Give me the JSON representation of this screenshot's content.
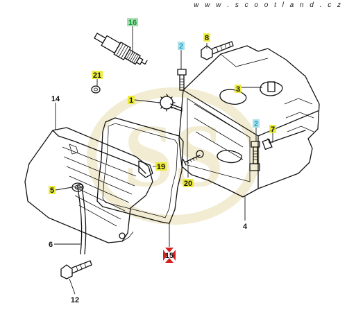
{
  "watermark_url": "w w w . s c o o t l a n d . c z",
  "watermark_logo": "SS",
  "colors": {
    "watermark": "#e8ddb0",
    "default_badge": "#ffffff",
    "green_badge": "#0a9a2a",
    "cyan_badge": "#16a4c4",
    "yellow_badge": "#e8e800",
    "red_marker": "#d81e1e"
  },
  "callouts": [
    {
      "id": "16",
      "text": "16",
      "badge": "green"
    },
    {
      "id": "8",
      "text": "8",
      "badge": "yellow"
    },
    {
      "id": "2a",
      "text": "2",
      "badge": "cyan"
    },
    {
      "id": "21",
      "text": "21",
      "badge": "yellow"
    },
    {
      "id": "3",
      "text": "3",
      "badge": "yellow"
    },
    {
      "id": "14",
      "text": "14",
      "badge": "none"
    },
    {
      "id": "1",
      "text": "1",
      "badge": "yellow"
    },
    {
      "id": "2b",
      "text": "2",
      "badge": "cyan"
    },
    {
      "id": "7",
      "text": "7",
      "badge": "yellow"
    },
    {
      "id": "19",
      "text": "19",
      "badge": "yellow"
    },
    {
      "id": "20",
      "text": "20",
      "badge": "yellow"
    },
    {
      "id": "5",
      "text": "5",
      "badge": "yellow"
    },
    {
      "id": "4",
      "text": "4",
      "badge": "none"
    },
    {
      "id": "6",
      "text": "6",
      "badge": "none"
    },
    {
      "id": "15",
      "text": "15",
      "badge": "red"
    },
    {
      "id": "12",
      "text": "12",
      "badge": "none"
    }
  ]
}
